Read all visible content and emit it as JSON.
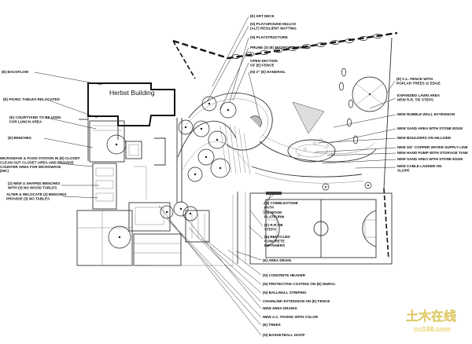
{
  "building": {
    "name": "Herbst Building"
  },
  "labels_left": [
    "(E) BACKFLOW",
    "(E) PICNIC TABLES RELOCATED",
    "(E) COURTYARD TO BE USED\nFOR LUNCH AREA",
    "(E) BENCHES",
    "MICROWAVE & FOOD STATION IN (E) CLOSET\nCLEAN OUT CLOSET AREA AND PROVIDE\nCOUNTER AREA FOR MICROWAVE\n(NIC)",
    "(2) NEW U SHAPED BENCHES\nWITH (3) NO WOOD TABLES",
    "ALTER & RELOCATE (2) BENCHES\nPROVIDE (3) NO TABLES"
  ],
  "labels_top": [
    "(E) ART DECK",
    "(N) PLAYGROUND MULCH\n(ALT) RESILIENT MATTING",
    "(N) PLAYSTRUCTURE",
    "PRUNE (3) (E) MYOPORUM TREES",
    "OPEN SECTION\nOF (E) FENCE",
    "(N) 2\" (E) HANDRAIL"
  ],
  "labels_right": [
    "(E) C.L. FENCE WITH\nPOPLAR TREES @ EDGE",
    "EXPANDED LAWN AREA\nNEW R.R. TIE STEPS",
    "NEW RUBBLE WALL EXTENSION",
    "NEW SAND AREA WITH STONE EDGE",
    "NEW BOULDERS ON HILLSIDE",
    "NEW 3/4\" COPPER WATER SUPPLY LINE",
    "NEW HAND PUMP WITH STORAGE TANK",
    "NEW SAND AREA WITH STONE EDGE",
    "NEW CABLE LADDER ON\nSLOPE"
  ],
  "labels_middle": [
    "(N) COBBLESTONE\nPATH",
    "(N) WOOD\nPLATFORM",
    "(E) R.R TIE\nSTEPS",
    "(E) RECYCLED\nCONCRETE\nRETAINERS"
  ],
  "labels_bottom": [
    "(E) AREA DRAIN",
    "(N) CONCRETE HEADER",
    "(N) PROTECTIVE COATING ON (E) MURAL",
    "(N) BALLWALL STRIPING",
    "CHAINLINK EXTENSION ON (E) FENCE",
    "NEW AREA DRAINS",
    "NEW A.C. PAVING WITH COLOR",
    "(E) TREES",
    "(N) BASKETBALL HOOP"
  ],
  "watermark": {
    "line1": "土木在线",
    "line2": "co188.com"
  }
}
